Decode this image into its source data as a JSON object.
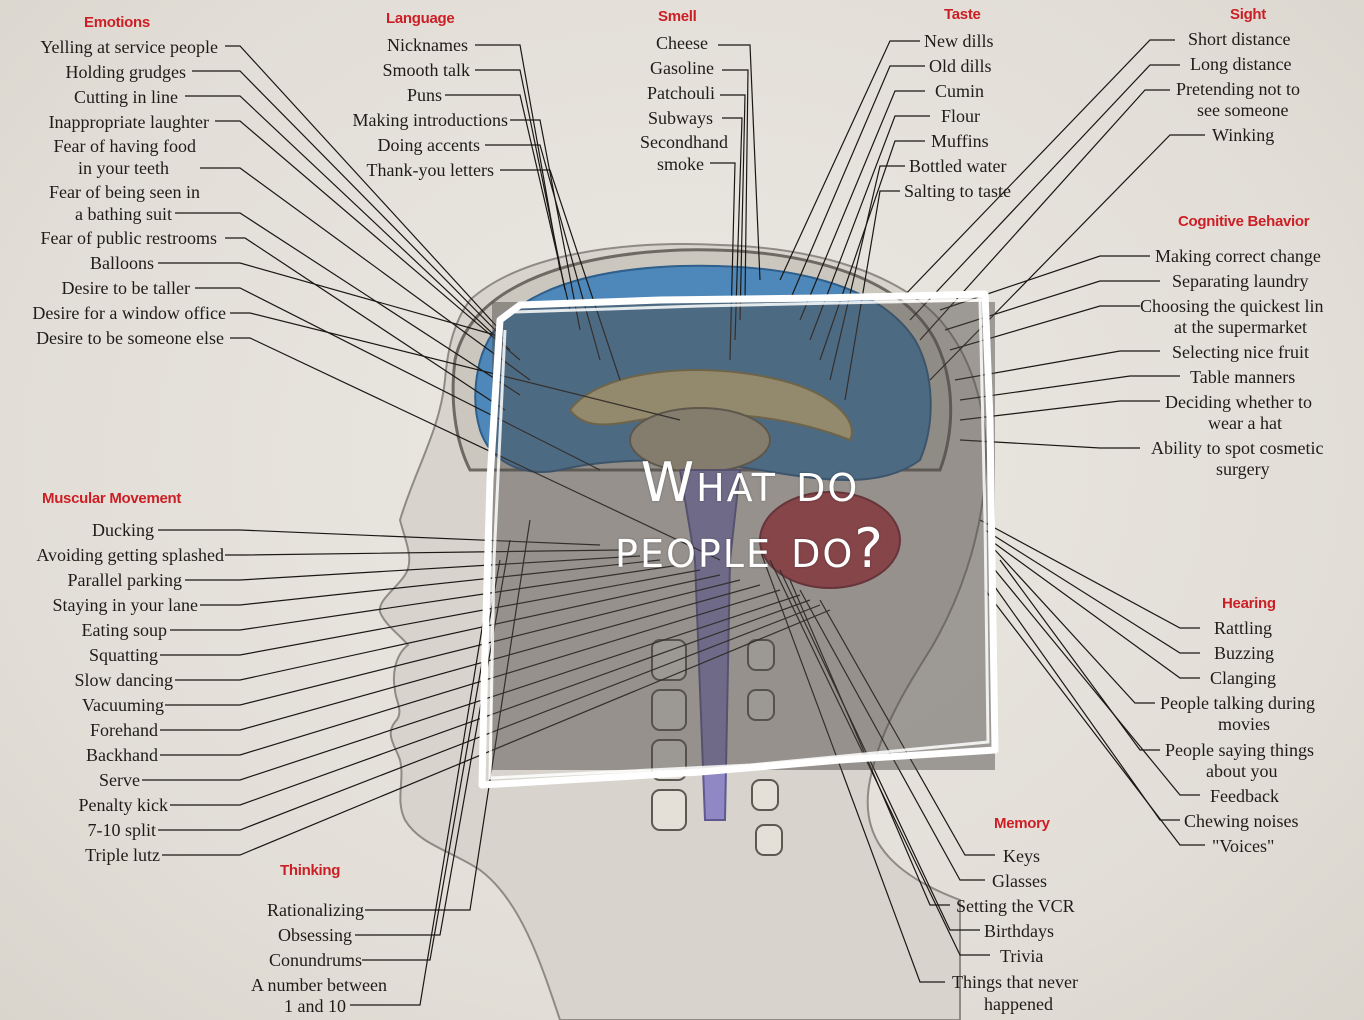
{
  "slide": {
    "title_line1": "What do",
    "title_line2": "people do?",
    "frame_color": "#ffffff"
  },
  "categories": {
    "emotions": {
      "title": "Emotions",
      "items": [
        "Yelling at service people",
        "Holding grudges",
        "Cutting in line",
        "Inappropriate laughter",
        "Fear of having food",
        "in your teeth",
        "Fear of being seen in",
        "a bathing suit",
        "Fear of public restrooms",
        "Balloons",
        "Desire to be taller",
        "Desire for a window office",
        "Desire to be someone else"
      ]
    },
    "language": {
      "title": "Language",
      "items": [
        "Nicknames",
        "Smooth talk",
        "Puns",
        "Making introductions",
        "Doing accents",
        "Thank-you letters"
      ]
    },
    "smell": {
      "title": "Smell",
      "items": [
        "Cheese",
        "Gasoline",
        "Patchouli",
        "Subways",
        "Secondhand",
        "smoke"
      ]
    },
    "taste": {
      "title": "Taste",
      "items": [
        "New dills",
        "Old dills",
        "Cumin",
        "Flour",
        "Muffins",
        "Bottled water",
        "Salting to taste"
      ]
    },
    "sight": {
      "title": "Sight",
      "items": [
        "Short distance",
        "Long distance",
        "Pretending not to",
        "see someone",
        "Winking"
      ]
    },
    "cognitive": {
      "title": "Cognitive Behavior",
      "items": [
        "Making correct change",
        "Separating laundry",
        "Choosing the quickest lin",
        "at the supermarket",
        "Selecting nice fruit",
        "Table manners",
        "Deciding whether to",
        "wear a hat",
        "Ability to spot cosmetic",
        "surgery"
      ]
    },
    "muscular": {
      "title": "Muscular Movement",
      "items": [
        "Ducking",
        "Avoiding getting splashed",
        "Parallel parking",
        "Staying in your lane",
        "Eating soup",
        "Squatting",
        "Slow dancing",
        "Vacuuming",
        "Forehand",
        "Backhand",
        "Serve",
        "Penalty kick",
        "7-10 split",
        "Triple lutz"
      ]
    },
    "hearing": {
      "title": "Hearing",
      "items": [
        "Rattling",
        "Buzzing",
        "Clanging",
        "People talking during",
        "movies",
        "People saying things",
        "about you",
        "Feedback",
        "Chewing noises",
        "\"Voices\""
      ]
    },
    "thinking": {
      "title": "Thinking",
      "items": [
        "Rationalizing",
        "Obsessing",
        "Conundrums",
        "A number between",
        "1 and 10"
      ]
    },
    "memory": {
      "title": "Memory",
      "items": [
        "Keys",
        "Glasses",
        "Setting the VCR",
        "Birthdays",
        "Trivia",
        "Things that never",
        "happened"
      ]
    }
  },
  "colors": {
    "category_title": "#cc1f25",
    "label_text": "#1f1c18",
    "brain_blue": "#4e88bb",
    "cerebellum_red": "#b8424c",
    "spine_violet": "#8f88c4"
  }
}
